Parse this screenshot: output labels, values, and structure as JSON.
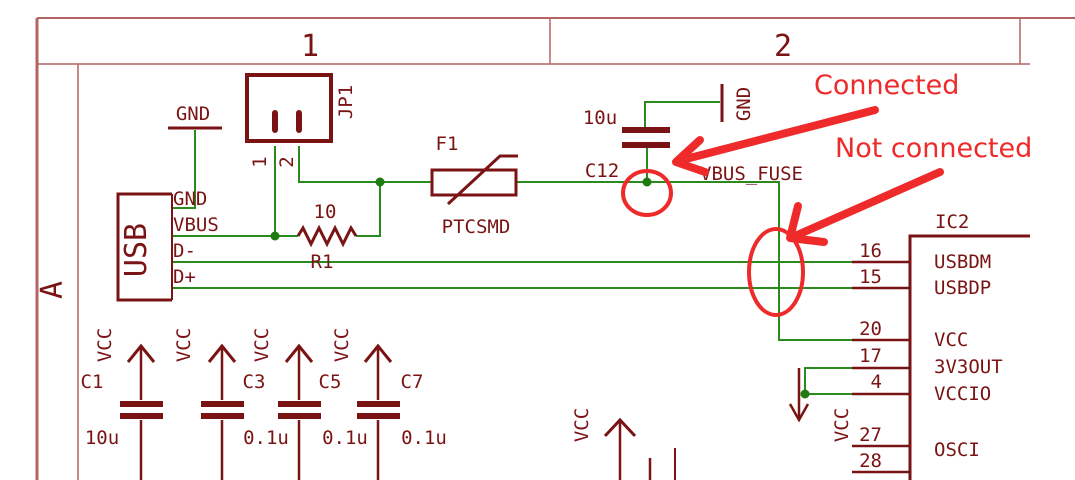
{
  "frame": {
    "column_labels": [
      "1",
      "2"
    ],
    "row_label": "A"
  },
  "connector": {
    "ref": "JP1",
    "pin1": "1",
    "pin2": "2"
  },
  "usb": {
    "label": "USB",
    "pins": [
      "GND",
      "VBUS",
      "D-",
      "D+"
    ]
  },
  "gnd_symbols": {
    "left": "GND",
    "top": "GND"
  },
  "resistor": {
    "ref": "R1",
    "value": "10"
  },
  "fuse": {
    "ref": "F1",
    "value": "PTCSMD"
  },
  "cap_c12": {
    "ref": "C12",
    "value": "10u"
  },
  "net_label": "VBUS_FUSE",
  "ic2": {
    "ref": "IC2",
    "pins": [
      {
        "num": "16",
        "name": "USBDM"
      },
      {
        "num": "15",
        "name": "USBDP"
      },
      {
        "num": "20",
        "name": "VCC"
      },
      {
        "num": "17",
        "name": "3V3OUT"
      },
      {
        "num": "4",
        "name": "VCCIO"
      },
      {
        "num": "27",
        "name": "OSCI"
      },
      {
        "num": "28",
        "name": ""
      }
    ]
  },
  "bottom_caps": [
    {
      "ref": "C1",
      "value": "10u",
      "supply": "VCC"
    },
    {
      "ref": "C3",
      "value": "0.1u",
      "supply": "VCC"
    },
    {
      "ref": "C5",
      "value": "0.1u",
      "supply": "VCC"
    },
    {
      "ref": "C7",
      "value": "0.1u",
      "supply": "VCC"
    }
  ],
  "extra_supply": {
    "vcc_mid": "VCC",
    "vcc_right": "VCC"
  },
  "annotations": {
    "connected": "Connected",
    "not_connected": "Not connected"
  },
  "colors": {
    "schematic": "#7a1414",
    "wire": "#2a8a1e",
    "annotation": "#ee2a2a",
    "frame": "#b46464"
  }
}
